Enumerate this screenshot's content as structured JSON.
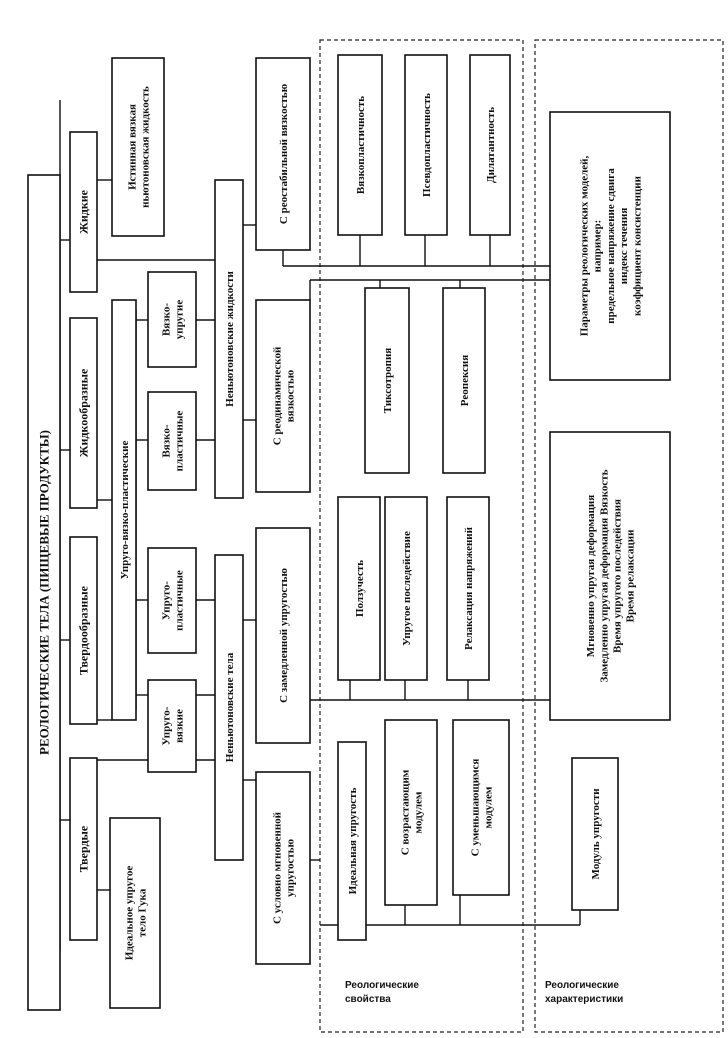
{
  "title": "РЕОЛОГИЧЕСКИЕ ТЕЛА (ПИЩЕВЫЕ ПРОДУКТЫ)",
  "categories": {
    "solid": "Твердые",
    "solidlike": "Твердообразные",
    "liquidlike": "Жидкообразные",
    "liquid": "Жидкие"
  },
  "types": {
    "hooke": [
      "Идеальное упругое",
      "тело Гука"
    ],
    "newtonian_liquid": [
      "Истинная вязкая",
      "ньютоновская жидкость"
    ],
    "elastic_plastic_viscous": "Упруго-вязко-пластические",
    "elastic_viscous": [
      "Упруго-",
      "вязкие"
    ],
    "elastic_plastic": [
      "Упруго-",
      "пластичные"
    ],
    "viscous_plastic": [
      "Вязко-",
      "пластичные"
    ],
    "viscous_elastic": [
      "Вязко-",
      "упругие"
    ],
    "non_newtonian_bodies": "Неньютоновские тела",
    "non_newtonian_liquids": "Неньютоновские жидкости"
  },
  "subtypes": {
    "instant_elastic": [
      "С условно мгновенной",
      "упругостью"
    ],
    "delayed_elastic": "С замедленной упругостью",
    "rheodynamic": [
      "С реодинамической",
      "вязкостью"
    ],
    "rheostable": "С реостабильной вязкостью"
  },
  "properties": {
    "ideal_elasticity": "Идеальная упругость",
    "increasing_modulus": [
      "С возрастающим",
      "модулем"
    ],
    "decreasing_modulus": [
      "С уменьшающимся",
      "модулем"
    ],
    "creep": "Ползучесть",
    "elastic_aftereffect": "Упругое последействие",
    "stress_relaxation": "Релаксация напряжений",
    "thixotropy": "Тиксотропия",
    "rheopexy": "Реопексия",
    "viscoplasticity": "Вязкопластичность",
    "pseudoplasticity": "Псевдопластичность",
    "dilatancy": "Дилатантность"
  },
  "characteristics": {
    "elastic_modulus": "Модуль упругости",
    "deformation_lines": [
      "Мгновенно упругая деформация",
      "Замедленно упругая деформация Вязкость",
      "Время упругого последействия",
      "Время релаксации"
    ],
    "model_parameters_lines": [
      "Параметры реологических моделей,",
      "например:",
      "предельное напряжение сдвига",
      "индекс течения",
      "коэффициент консистенции"
    ]
  },
  "section_labels": {
    "properties": [
      "Реологические",
      "свойства"
    ],
    "characteristics": [
      "Реологические",
      "характеристики"
    ]
  }
}
